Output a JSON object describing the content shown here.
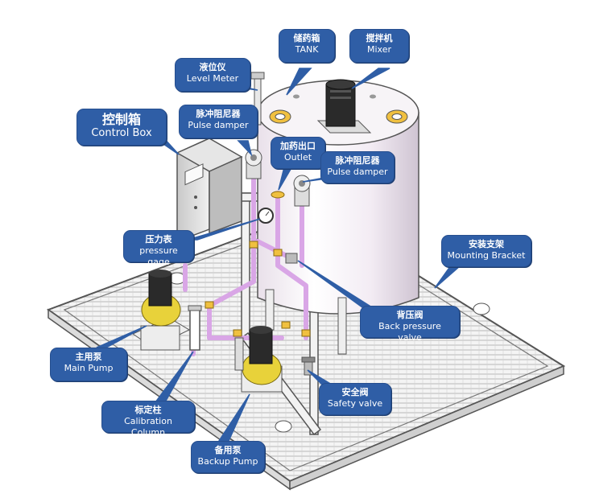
{
  "labels": {
    "tank": {
      "zh": "储药箱",
      "en": "TANK"
    },
    "mixer": {
      "zh": "搅拌机",
      "en": "Mixer"
    },
    "level_meter": {
      "zh": "液位仪",
      "en": "Level Meter"
    },
    "control_box": {
      "zh": "控制箱",
      "en": "Control Box"
    },
    "pulse_damper_left": {
      "zh": "脉冲阻尼器",
      "en": "Pulse damper"
    },
    "outlet": {
      "zh": "加药出口",
      "en": "Outlet"
    },
    "pulse_damper_right": {
      "zh": "脉冲阻尼器",
      "en": "Pulse damper"
    },
    "pressure_gage": {
      "zh": "压力表",
      "en": "pressure gage"
    },
    "mounting_bracket": {
      "zh": "安装支架",
      "en": "Mounting Bracket"
    },
    "back_pressure_valve": {
      "zh": "背压阀",
      "en": "Back pressure valve"
    },
    "main_pump": {
      "zh": "主用泵",
      "en": "Main Pump"
    },
    "safety_valve": {
      "zh": "安全阀",
      "en": "Safety valve"
    },
    "calibration_column": {
      "zh": "标定柱",
      "en": "Calibration Column"
    },
    "backup_pump": {
      "zh": "备用泵",
      "en": "Backup Pump"
    }
  },
  "colors": {
    "callout": "#2f5ea6",
    "pipe": "#d9a6e6",
    "pump": "#e8d23a",
    "motor": "#2a2a2a",
    "fitting": "#f0c040"
  }
}
